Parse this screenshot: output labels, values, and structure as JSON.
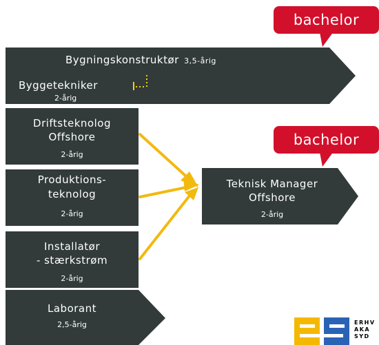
{
  "badges": [
    {
      "label": "bachelor"
    },
    {
      "label": "bachelor"
    }
  ],
  "programs": {
    "bygningskonstruktor": {
      "name": "Bygningskonstruktør",
      "duration": "3,5-årig"
    },
    "byggetekniker": {
      "name": "Byggetekniker",
      "duration": "2-årig"
    },
    "driftsteknolog": {
      "name_line1": "Driftsteknolog",
      "name_line2": "Offshore",
      "duration": "2-årig"
    },
    "produktionsteknolog": {
      "name_line1": "Produktions-",
      "name_line2": "teknolog",
      "duration": "2-årig"
    },
    "installator": {
      "name_line1": "Installatør",
      "name_line2": "- stærkstrøm",
      "duration": "2-årig"
    },
    "laborant": {
      "name": "Laborant",
      "duration": "2,5-årig"
    },
    "teknisk_manager": {
      "name_line1": "Teknisk Manager",
      "name_line2": "Offshore",
      "duration": "2-årig"
    }
  },
  "logo": {
    "line1": "ERHV",
    "line2": "AKA",
    "line3": "SYD"
  },
  "colors": {
    "box": "#323a3a",
    "badge": "#d2102c",
    "arrow": "#f2b90f",
    "dotted": "#f2d500",
    "logo_yellow": "#f5b800",
    "logo_blue": "#2a63b5"
  }
}
